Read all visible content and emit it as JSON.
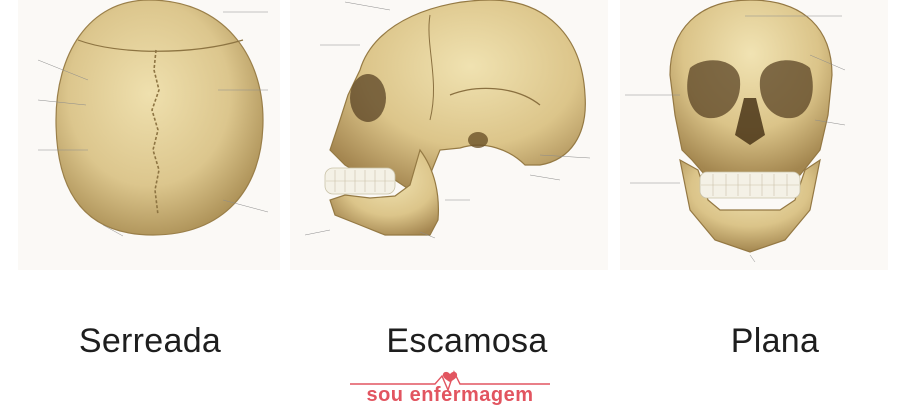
{
  "captions": {
    "suture_1": "Serreada",
    "suture_2": "Escamosa",
    "suture_3": "Plana"
  },
  "watermark": {
    "text": "sou enfermagem"
  },
  "colors": {
    "bone": "#e4d09a",
    "bone_shadow": "#b59a5e",
    "teeth": "#f4f1e6",
    "watermark": "#e25560"
  },
  "figures": [
    {
      "view": "superior",
      "icon": "skull-top-view-icon"
    },
    {
      "view": "lateral",
      "icon": "skull-side-view-icon"
    },
    {
      "view": "anterior",
      "icon": "skull-front-view-icon"
    }
  ]
}
